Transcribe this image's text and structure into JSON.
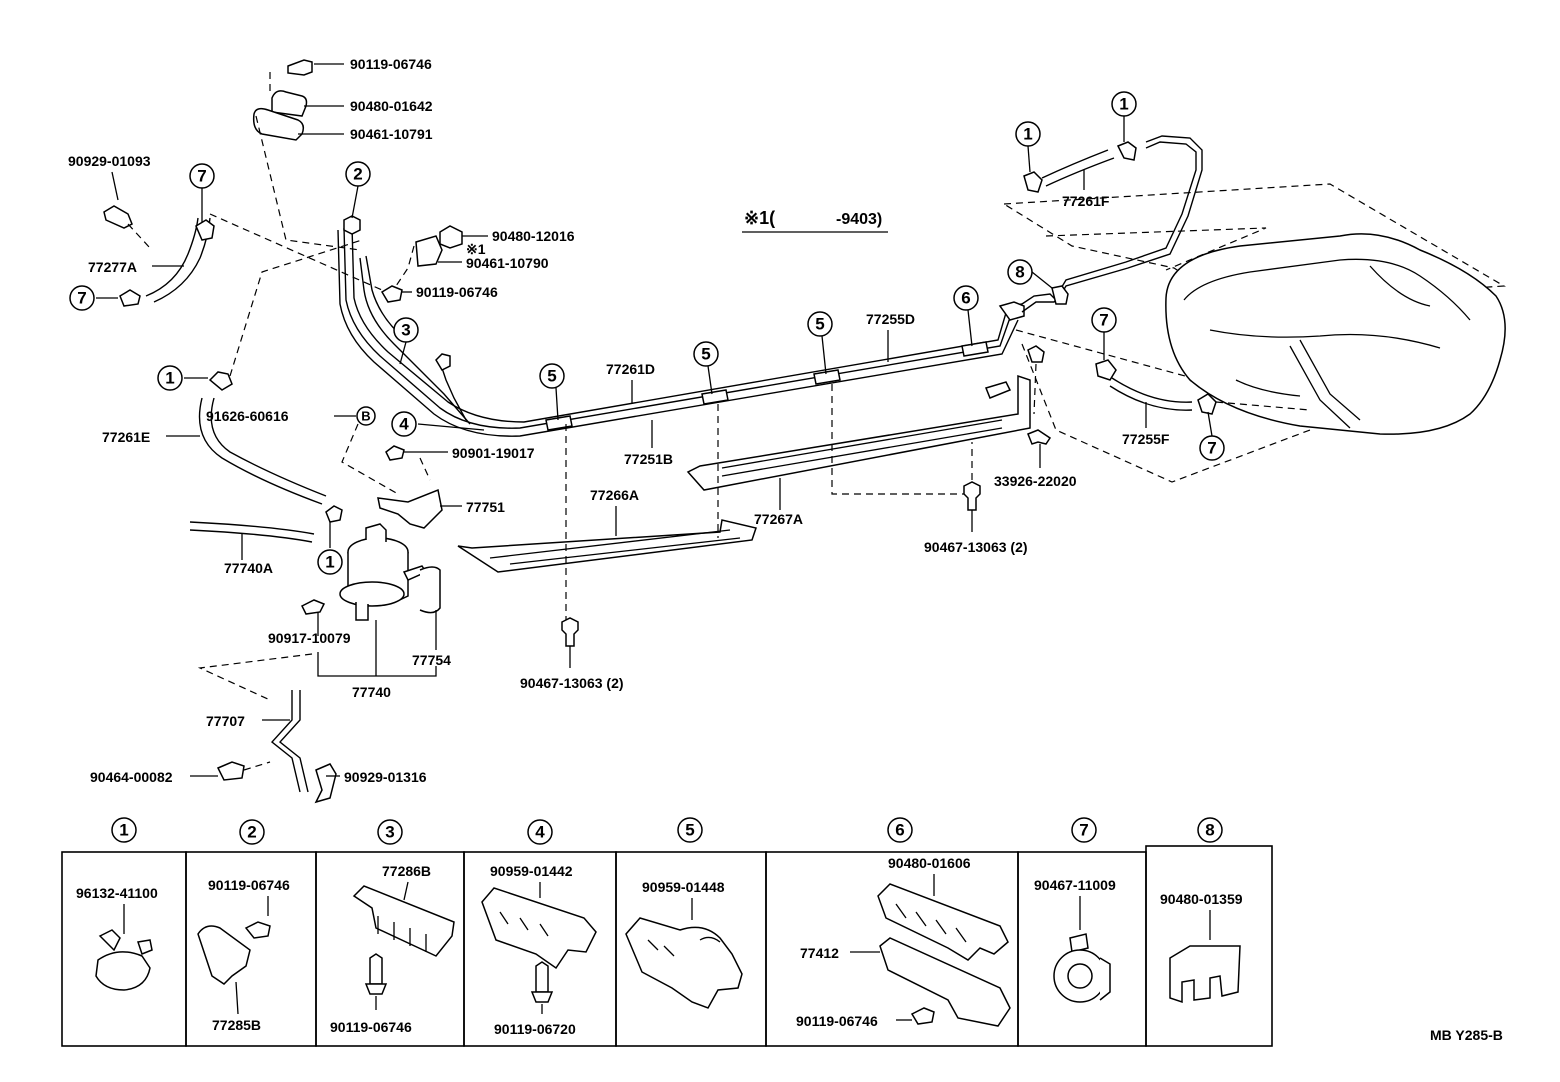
{
  "labels": {
    "p90119_06746_top": "90119-06746",
    "p90480_01642": "90480-01642",
    "p90461_10791": "90461-10791",
    "p90929_01093": "90929-01093",
    "p77277A": "77277A",
    "p90480_12016": "90480-12016",
    "star1_small": "※1",
    "p90461_10790": "90461-10790",
    "p90119_06746_mid": "90119-06746",
    "p77261E": "77261E",
    "p91626_60616": "91626-60616",
    "p90901_19017": "90901-19017",
    "p77751": "77751",
    "p77740A": "77740A",
    "p90917_10079": "90917-10079",
    "p77754": "77754",
    "p77740": "77740",
    "p77707": "77707",
    "p90464_00082": "90464-00082",
    "p90929_01316": "90929-01316",
    "p77261D": "77261D",
    "p77251B": "77251B",
    "p77266A": "77266A",
    "p90467_13063_left": "90467-13063 (2)",
    "p77255D": "77255D",
    "p77267A": "77267A",
    "p33926_22020": "33926-22020",
    "p90467_13063_right": "90467-13063 (2)",
    "p77261F": "77261F",
    "p77255F": "77255F",
    "note_star": "※1(",
    "note_range": "-9403)",
    "ref_code": "MB Y285-B"
  },
  "callouts": {
    "c1": "1",
    "c2": "2",
    "c3": "3",
    "c4": "4",
    "c5": "5",
    "c6": "6",
    "c7": "7",
    "c8": "8",
    "cB": "B"
  },
  "inset": {
    "headers": [
      "1",
      "2",
      "3",
      "4",
      "5",
      "6",
      "7",
      "8"
    ],
    "box1": [
      "96132-41100"
    ],
    "box2": [
      "90119-06746",
      "77285B"
    ],
    "box3": [
      "77286B",
      "90119-06746"
    ],
    "box4": [
      "90959-01442",
      "90119-06720"
    ],
    "box5": [
      "90959-01448"
    ],
    "box6": [
      "90480-01606",
      "77412",
      "90119-06746"
    ],
    "box7": [
      "90467-11009"
    ],
    "box8": [
      "90480-01359"
    ]
  }
}
